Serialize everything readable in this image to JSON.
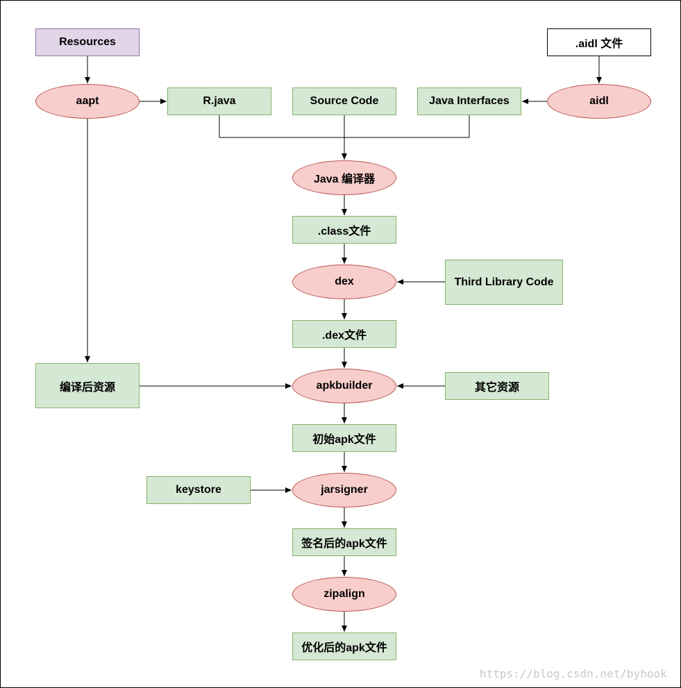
{
  "nodes": {
    "resources": "Resources",
    "aidl_file": ".aidl 文件",
    "aapt": "aapt",
    "r_java": "R.java",
    "source_code": "Source Code",
    "java_interfaces": "Java Interfaces",
    "aidl": "aidl",
    "java_compiler": "Java 编译器",
    "class_file": ".class文件",
    "dex": "dex",
    "third_library": "Third Library Code",
    "dex_file": ".dex文件",
    "compiled_resources": "编译后资源",
    "apkbuilder": "apkbuilder",
    "other_resources": "其它资源",
    "initial_apk": "初始apk文件",
    "keystore": "keystore",
    "jarsigner": "jarsigner",
    "signed_apk": "签名后的apk文件",
    "zipalign": "zipalign",
    "optimized_apk": "优化后的apk文件"
  },
  "colors": {
    "green_fill": "#d5e8d4",
    "green_stroke": "#82b366",
    "red_fill": "#f8cecc",
    "red_stroke": "#b85450",
    "purple_fill": "#e1d5e7",
    "purple_stroke": "#9673a6"
  },
  "watermark": "https://blog.csdn.net/byhook"
}
